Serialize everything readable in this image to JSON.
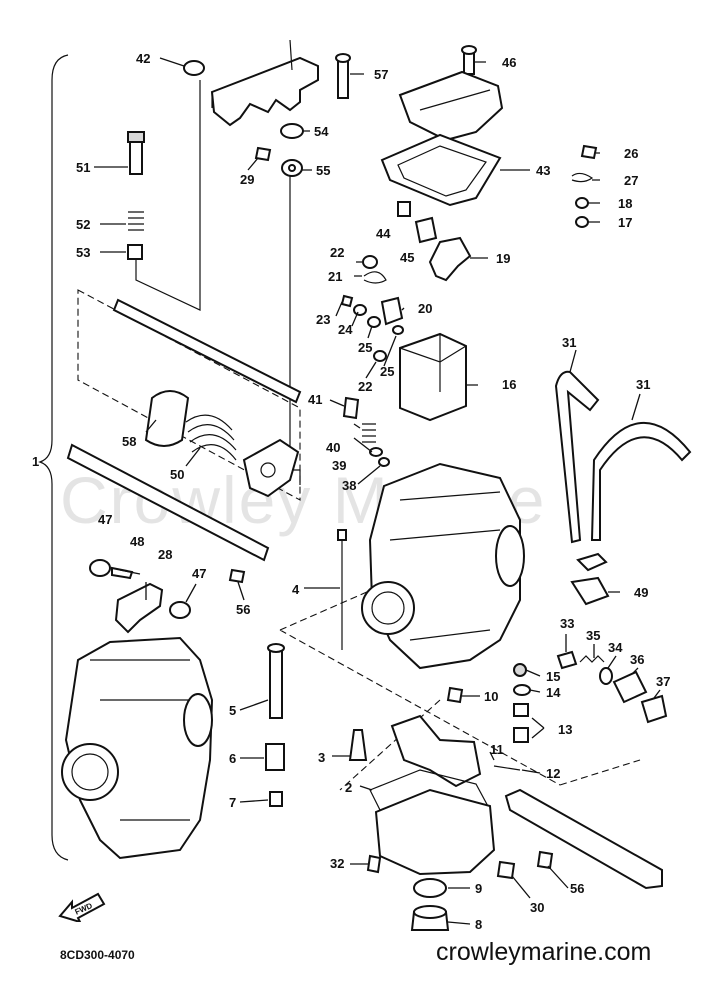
{
  "watermark": "Crowley Marine",
  "drawing_code": "8CD300-4070",
  "website": "crowleymarine.com",
  "fwd_label": "FWD",
  "labels": {
    "l1": "1",
    "l2": "2",
    "l3": "3",
    "l4": "4",
    "l5": "5",
    "l6": "6",
    "l7": "7",
    "l8": "8",
    "l9": "9",
    "l10": "10",
    "l11": "11",
    "l12": "12",
    "l13": "13",
    "l14": "14",
    "l15": "15",
    "l16": "16",
    "l17": "17",
    "l18": "18",
    "l19": "19",
    "l20": "20",
    "l21": "21",
    "l22a": "22",
    "l22b": "22",
    "l23": "23",
    "l24": "24",
    "l25a": "25",
    "l25b": "25",
    "l26": "26",
    "l27": "27",
    "l28": "28",
    "l29": "29",
    "l30": "30",
    "l31a": "31",
    "l31b": "31",
    "l32": "32",
    "l33": "33",
    "l34": "34",
    "l35": "35",
    "l36": "36",
    "l37": "37",
    "l38": "38",
    "l39": "39",
    "l40": "40",
    "l41": "41",
    "l42": "42",
    "l43": "43",
    "l44": "44",
    "l45": "45",
    "l46": "46",
    "l47a": "47",
    "l47b": "47",
    "l48": "48",
    "l49": "49",
    "l50": "50",
    "l51": "51",
    "l52": "52",
    "l53": "53",
    "l54": "54",
    "l55": "55",
    "l56a": "56",
    "l56b": "56",
    "l57": "57",
    "l58": "58"
  }
}
